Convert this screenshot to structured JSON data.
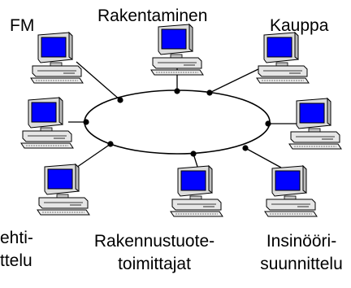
{
  "diagram": {
    "labels": {
      "fm": "FM",
      "construction": [
        "Rakentaminen"
      ],
      "commerce": [
        "Kauppa"
      ],
      "left_bottom": [
        "ehti-",
        "ttelu"
      ],
      "suppliers": [
        "Rakennustuote-",
        "toimittajat"
      ],
      "engineering": [
        "Insinööri-",
        "suunnittelu"
      ]
    },
    "colors": {
      "screen": "#0000ff",
      "computer_body": "#e6e6e6",
      "line": "#000000",
      "node": "#000000"
    },
    "icons": [
      "computer-icon"
    ]
  }
}
